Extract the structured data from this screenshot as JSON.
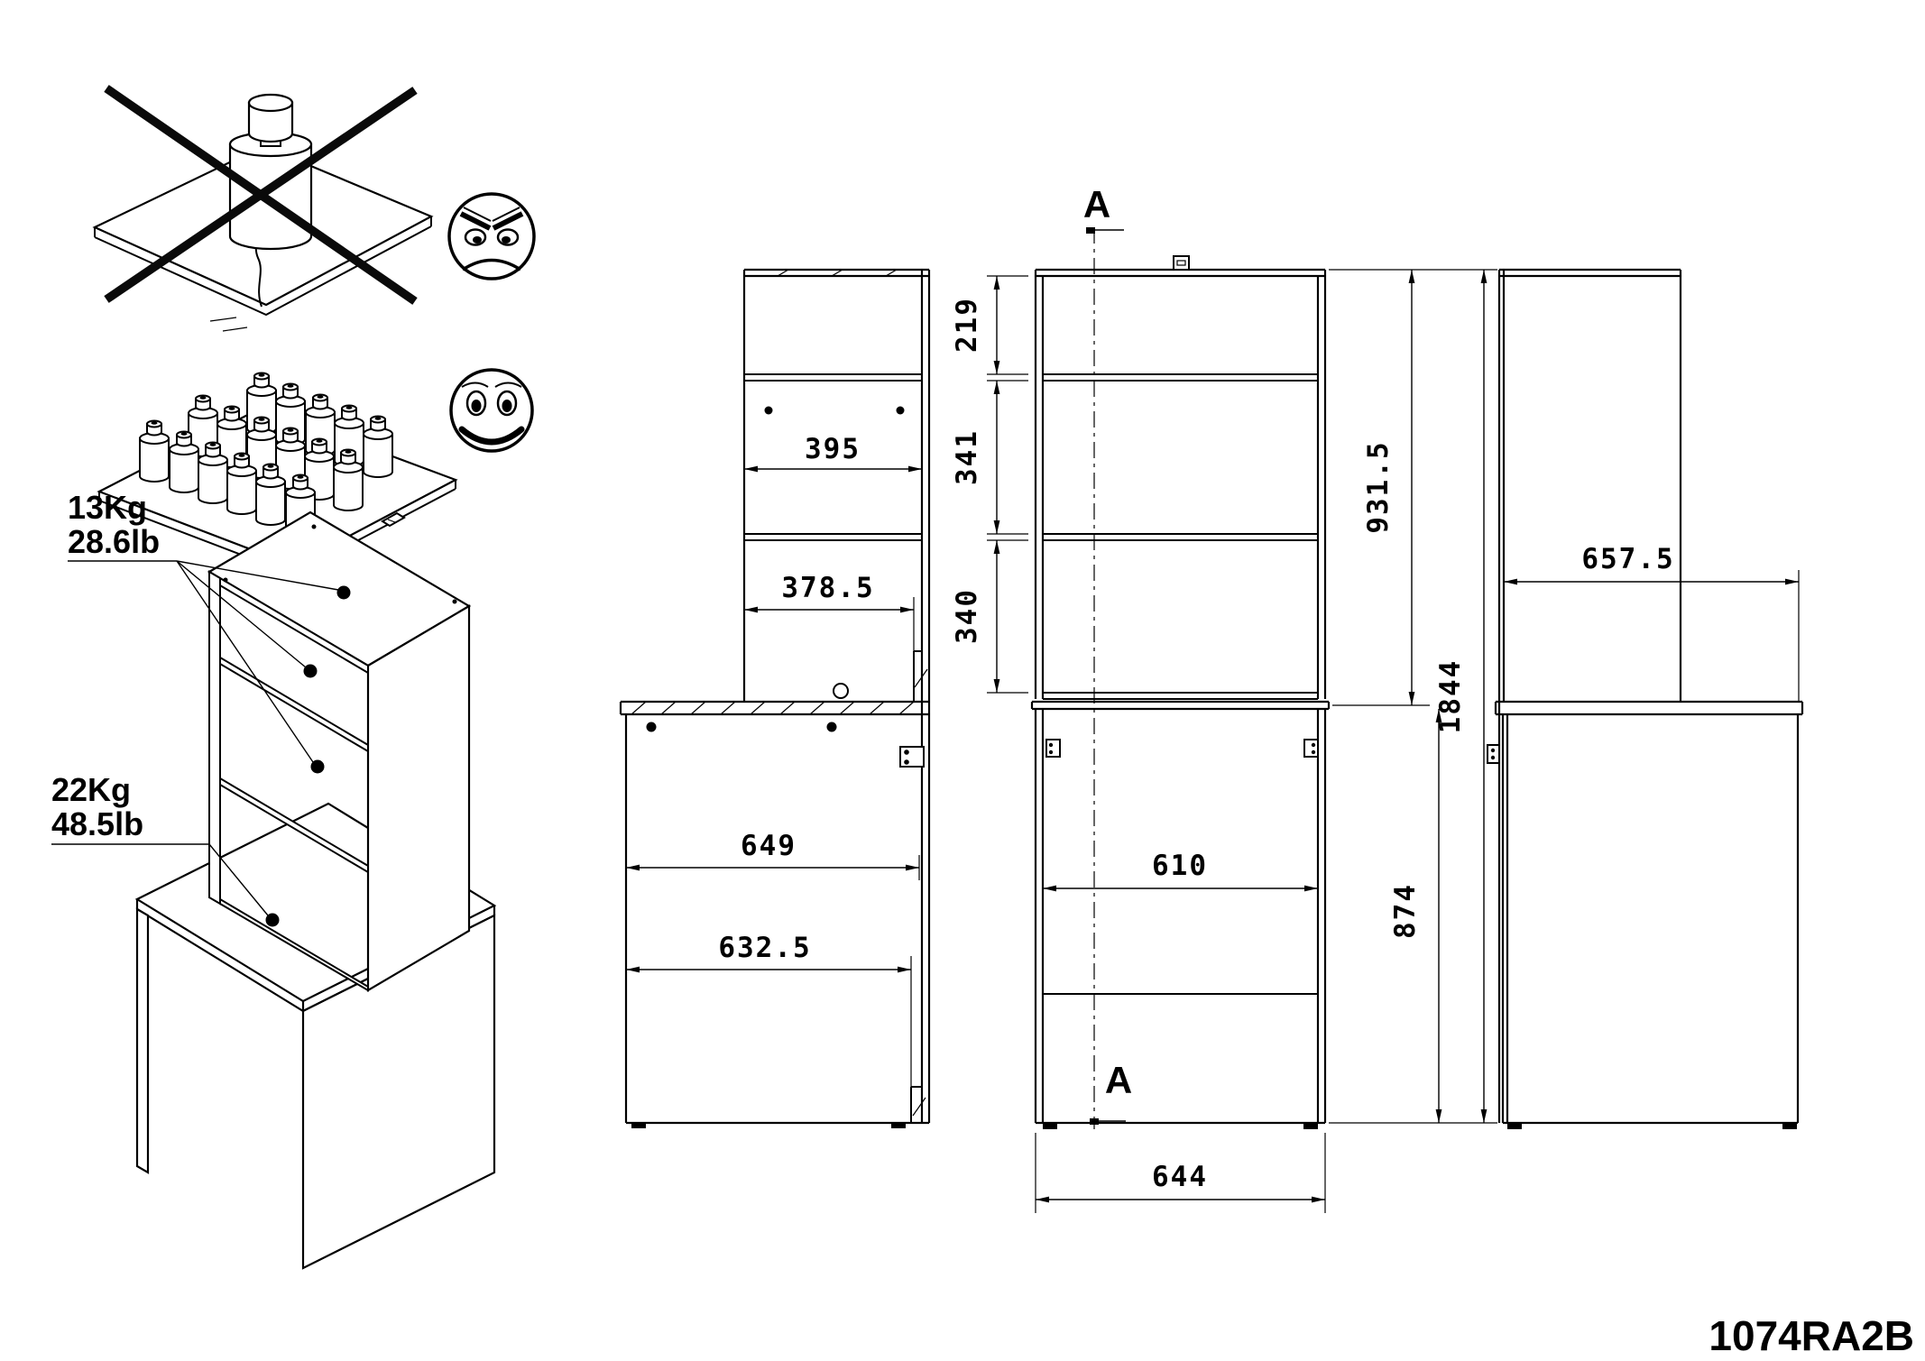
{
  "drawing": {
    "part_number": "1074RA2B",
    "section_mark_top": "A",
    "section_mark_bottom": "A"
  },
  "load_labels": {
    "shelf_kg": "13Kg",
    "shelf_lb": "28.6lb",
    "desk_kg": "22Kg",
    "desk_lb": "48.5lb"
  },
  "dimensions": {
    "side_shelf_depth": "395",
    "side_lower_depth": "378.5",
    "side_desk_depth": "649",
    "side_desk_inner_depth": "632.5",
    "front_top_opening": "219",
    "front_middle_opening": "341",
    "front_lower_opening": "340",
    "front_upper_height": "931.5",
    "front_total_height": "1844",
    "front_inner_width": "610",
    "front_desk_height": "874",
    "front_total_width": "644",
    "right_total_depth": "657.5"
  }
}
